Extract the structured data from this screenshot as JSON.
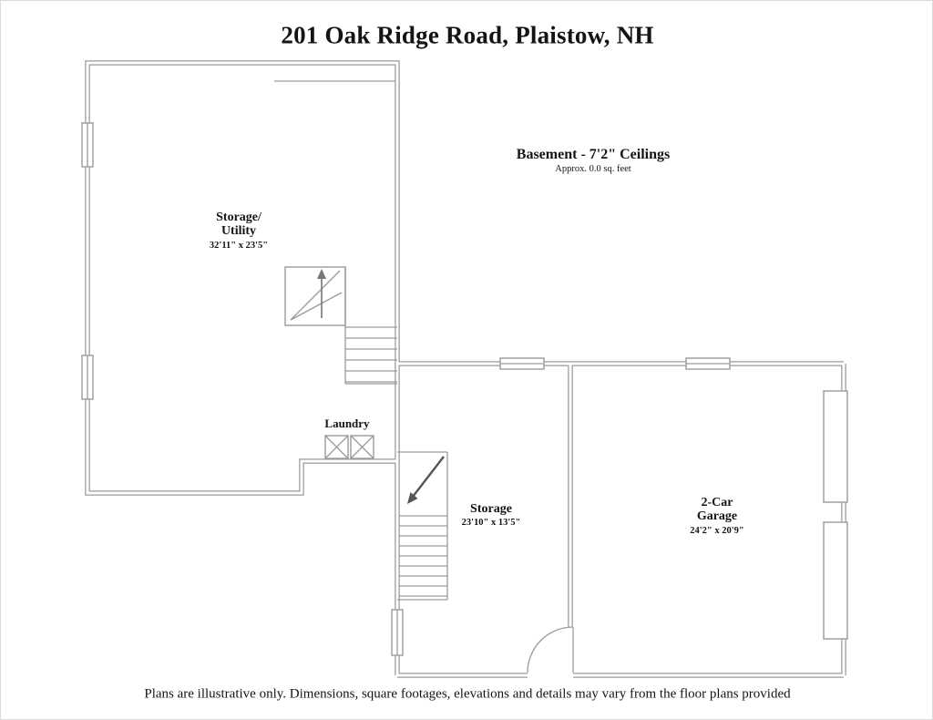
{
  "page": {
    "title": "201 Oak Ridge Road, Plaistow, NH",
    "disclaimer": "Plans are illustrative only. Dimensions, square footages, elevations and details may vary from the floor plans provided"
  },
  "plan": {
    "level_title": "Basement - 7'2\" Ceilings",
    "level_area": "Approx. 0.0 sq. feet",
    "rooms": {
      "storage_utility": {
        "name_line1": "Storage/",
        "name_line2": "Utility",
        "dims": "32'11\" x 23'5\""
      },
      "laundry": {
        "name": "Laundry"
      },
      "storage": {
        "name": "Storage",
        "dims": "23'10\" x 13'5\""
      },
      "garage": {
        "name_line1": "2-Car",
        "name_line2": "Garage",
        "dims": "24'2\" x 20'9\""
      }
    },
    "colors": {
      "wall": "#9a9a9a",
      "text": "#141414",
      "background": "#ffffff"
    }
  }
}
